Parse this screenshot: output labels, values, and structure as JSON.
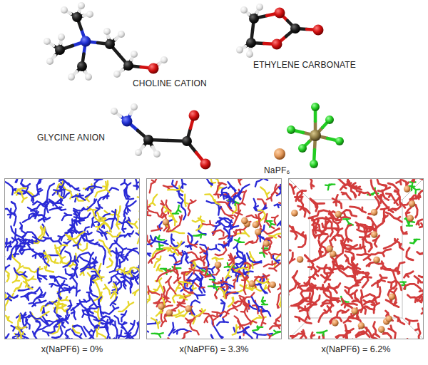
{
  "diagram": {
    "nodes": [
      {
        "text": [
          "x(NaPF6) = 0%"
        ]
      },
      {
        "text": [
          "x(NaPF6) = 3.3%"
        ]
      },
      {
        "text": [
          "x(NaPF6) = 6.2%"
        ]
      }
    ],
    "labels": [
      "CHOLINE CATION",
      "ETHYLENE CARBONATE",
      "GLYCINE ANION",
      "NaPF₆"
    ]
  }
}
